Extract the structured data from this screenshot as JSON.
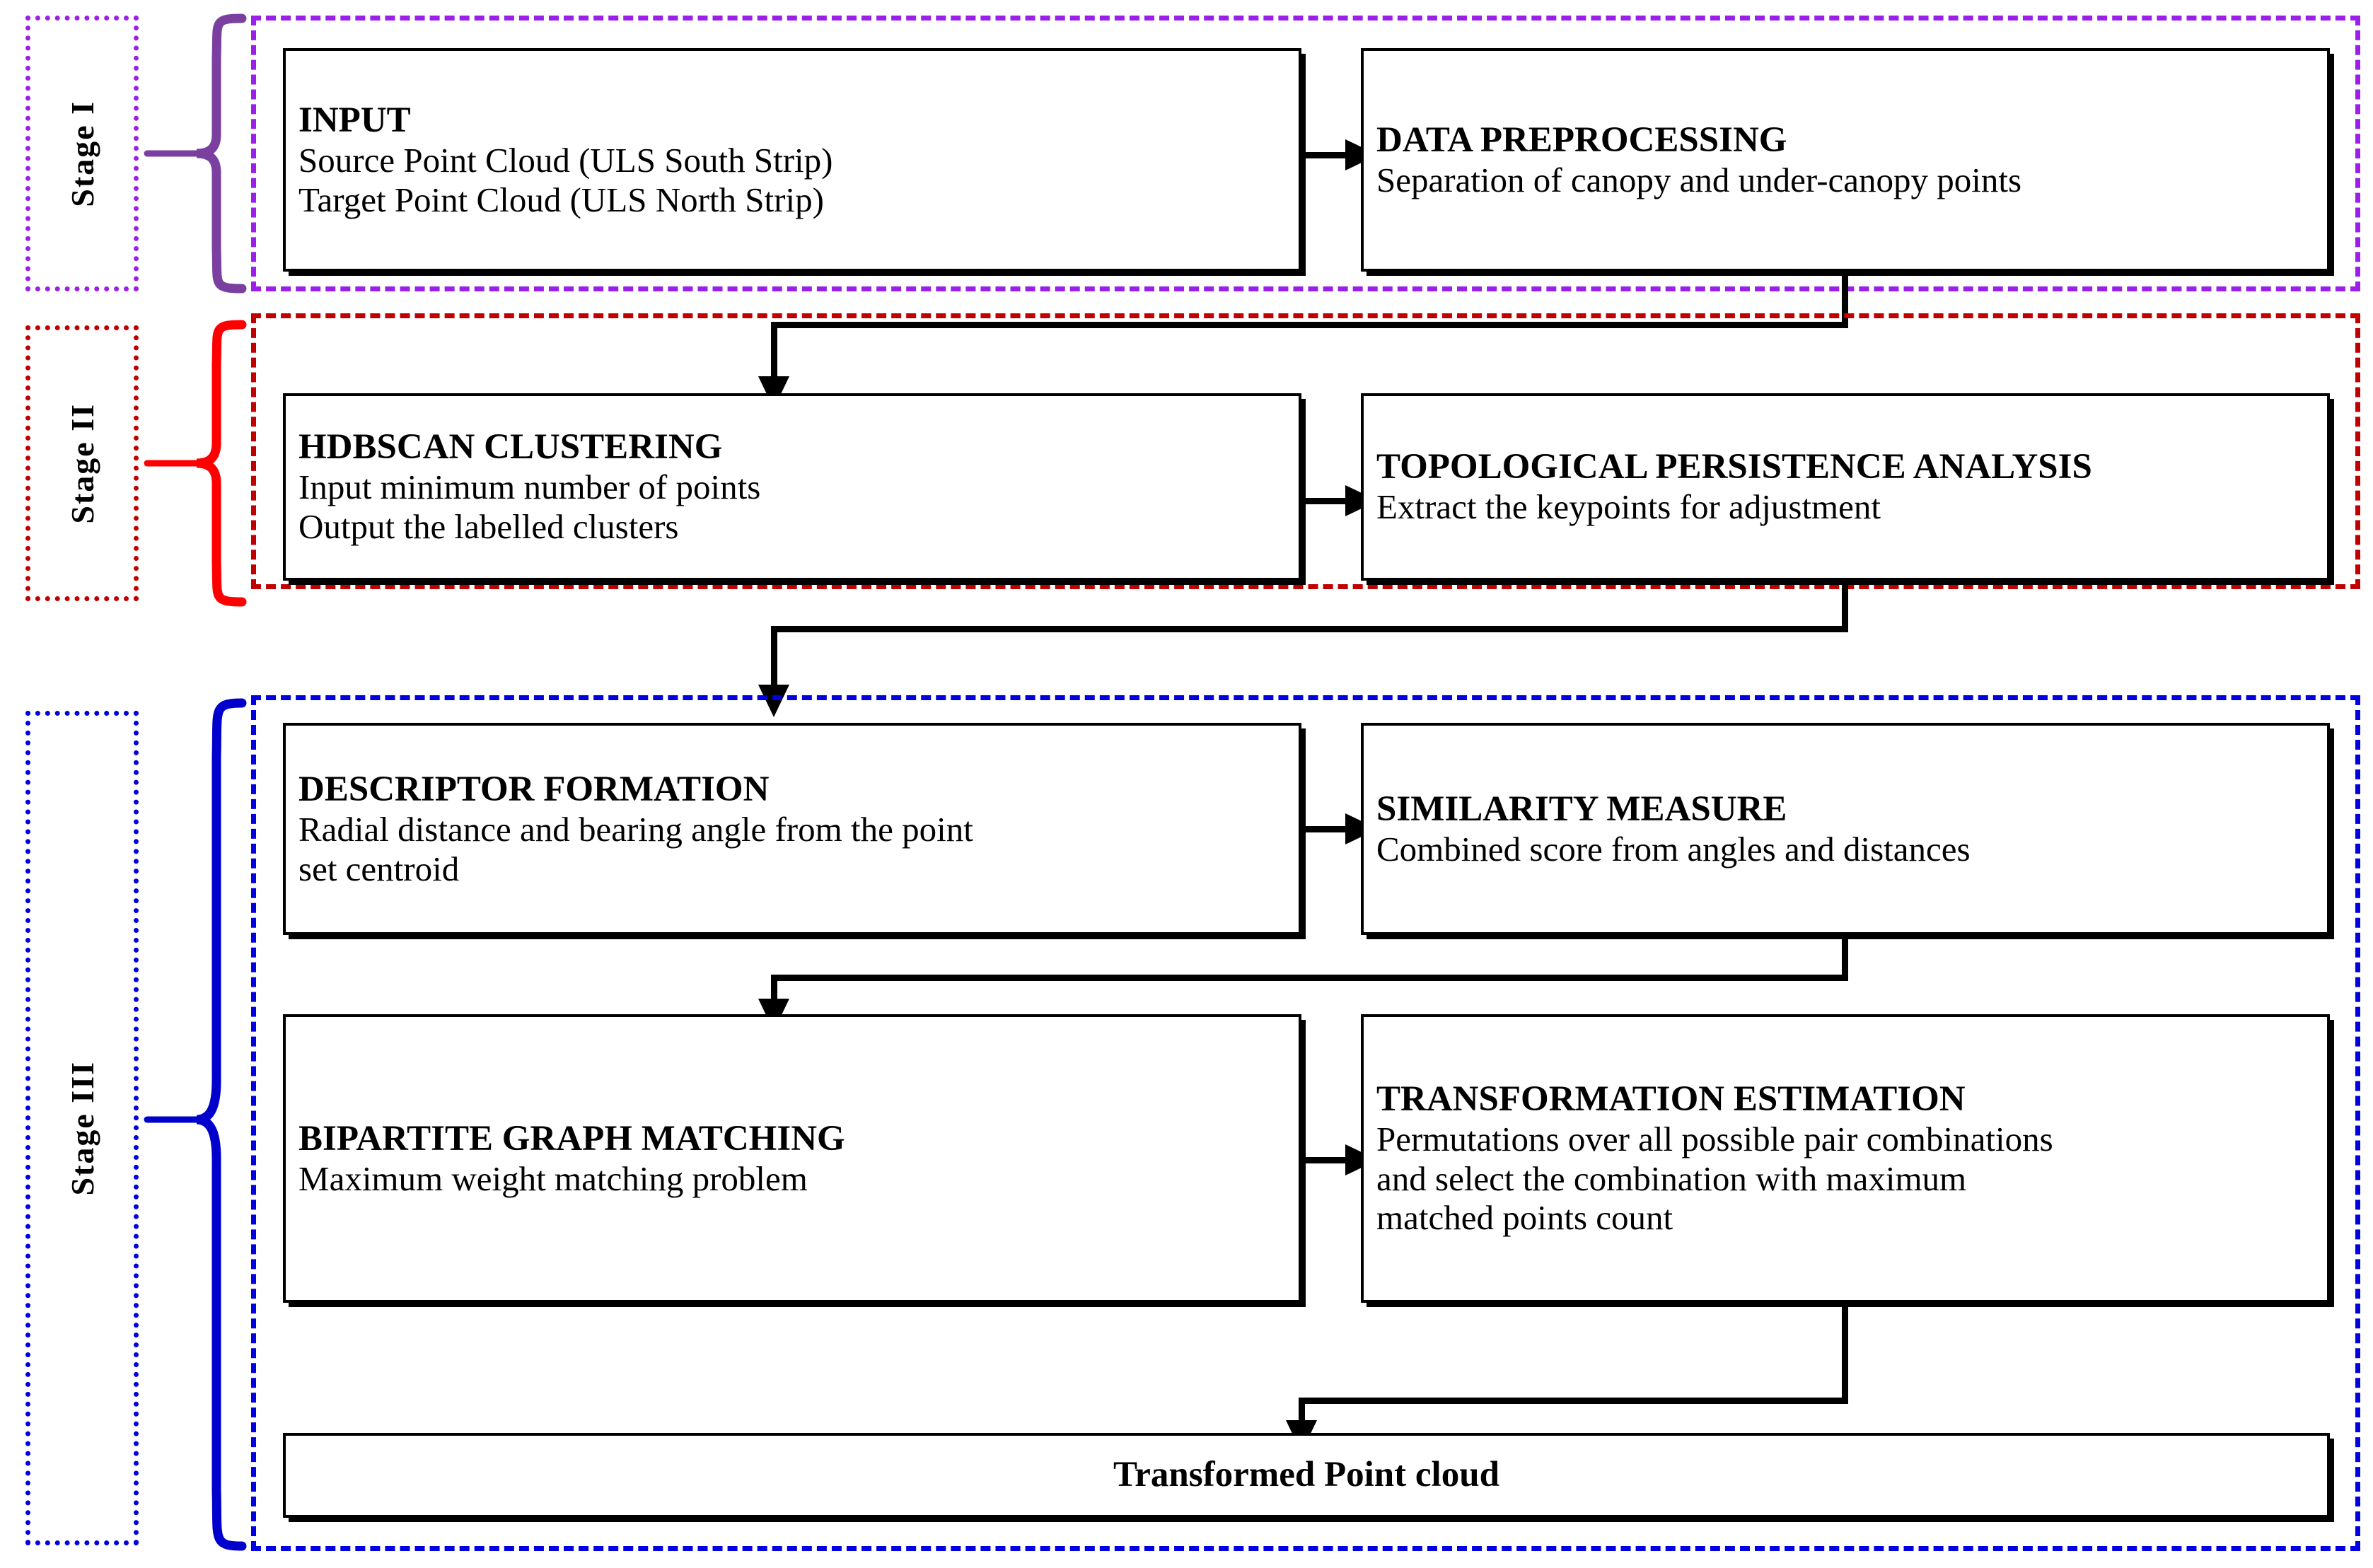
{
  "figure": {
    "type": "flowchart",
    "title": "Three-stage point cloud registration workflow",
    "colors": {
      "stage1": "#9B1FE8",
      "stage1_brace": "#7B3FA0",
      "stage2": "#C00000",
      "stage2_brace": "#FF0000",
      "stage3": "#0000E0",
      "stage3_brace": "#0000CD",
      "box_border": "#000000",
      "connector": "#000000",
      "background": "#FFFFFF"
    }
  },
  "stages": [
    {
      "id": "stage-1",
      "label": "Stage I",
      "color": "#9B1FE8",
      "boxes": [
        {
          "id": "input",
          "title": "INPUT",
          "lines": [
            "Source Point Cloud (ULS South Strip)",
            "Target Point Cloud (ULS North Strip)"
          ]
        },
        {
          "id": "data-preprocessing",
          "title": "DATA PREPROCESSING",
          "lines": [
            "Separation of canopy and under-canopy points"
          ]
        }
      ]
    },
    {
      "id": "stage-2",
      "label": "Stage II",
      "color": "#C00000",
      "boxes": [
        {
          "id": "hdbscan-clustering",
          "title": "HDBSCAN CLUSTERING",
          "lines": [
            "Input minimum number of points",
            "Output the labelled clusters"
          ]
        },
        {
          "id": "topological-persistence-analysis",
          "title": "TOPOLOGICAL PERSISTENCE ANALYSIS",
          "lines": [
            "Extract the keypoints for adjustment"
          ]
        }
      ]
    },
    {
      "id": "stage-3",
      "label": "Stage III",
      "color": "#0000E0",
      "boxes": [
        {
          "id": "descriptor-formation",
          "title": "DESCRIPTOR FORMATION",
          "lines": [
            "Radial distance and bearing angle from the point",
            "set centroid"
          ]
        },
        {
          "id": "similarity-measure",
          "title": "SIMILARITY MEASURE",
          "lines": [
            "Combined score from angles and distances"
          ]
        },
        {
          "id": "bipartite-graph-matching",
          "title": "BIPARTITE GRAPH MATCHING",
          "lines": [
            "Maximum weight matching problem"
          ]
        },
        {
          "id": "transformation-estimation",
          "title": "TRANSFORMATION ESTIMATION",
          "lines": [
            "Permutations over all possible pair combinations",
            "and select the combination with maximum",
            "matched points count"
          ]
        },
        {
          "id": "transformed-point-cloud",
          "title": "Transformed Point cloud",
          "lines": []
        }
      ]
    }
  ]
}
